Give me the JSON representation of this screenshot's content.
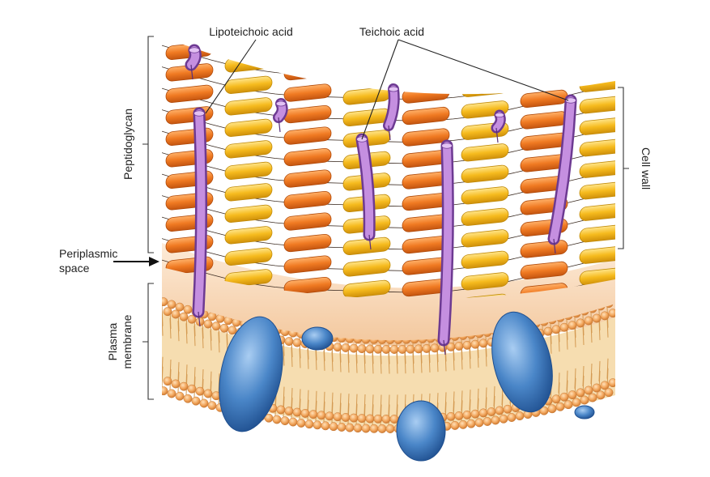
{
  "labels": {
    "lipoteichoic_acid": "Lipoteichoic acid",
    "teichoic_acid": "Teichoic acid",
    "peptidoglycan": "Peptidoglycan",
    "periplasmic_line1": "Periplasmic",
    "periplasmic_line2": "space",
    "plasma_line1": "Plasma",
    "plasma_line2": "membrane",
    "cell_wall": "Cell wall"
  },
  "colors": {
    "glycan_orange": "#f07a22",
    "glycan_yellow": "#f6bb1e",
    "periplasm": "#f8d7b6",
    "membrane_head": "#f2a75e",
    "membrane_core": "#f6ddb0",
    "protein_blue": "#4a86c8",
    "teichoic_purple": "#b27ad2"
  }
}
